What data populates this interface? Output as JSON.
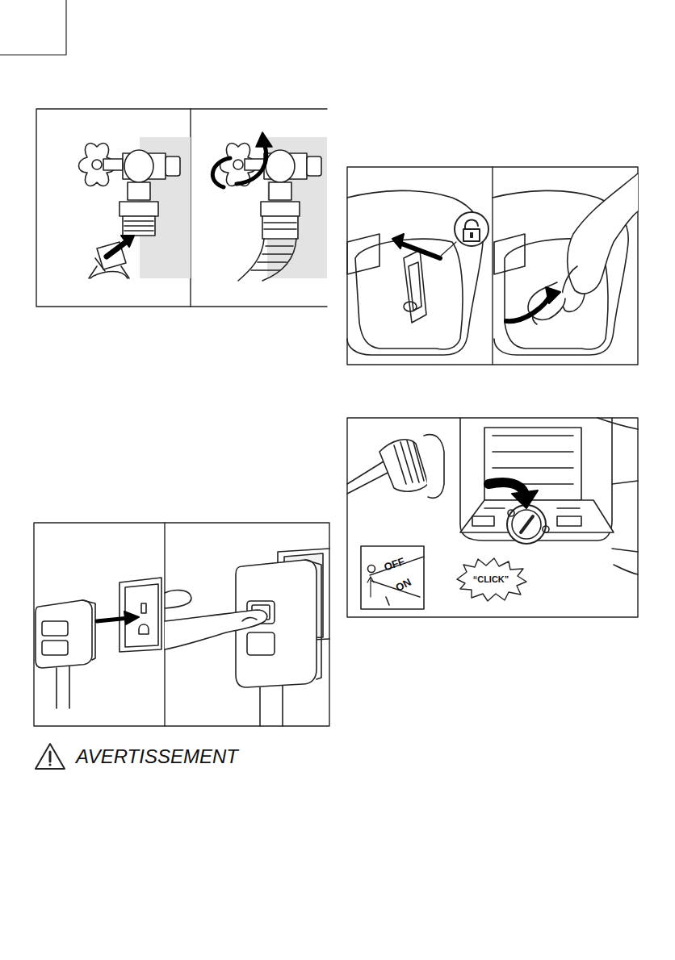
{
  "diagram": {
    "labels": [
      "OFF",
      "ON",
      "“CLICK”",
      "AVERTISSEMENT"
    ]
  }
}
